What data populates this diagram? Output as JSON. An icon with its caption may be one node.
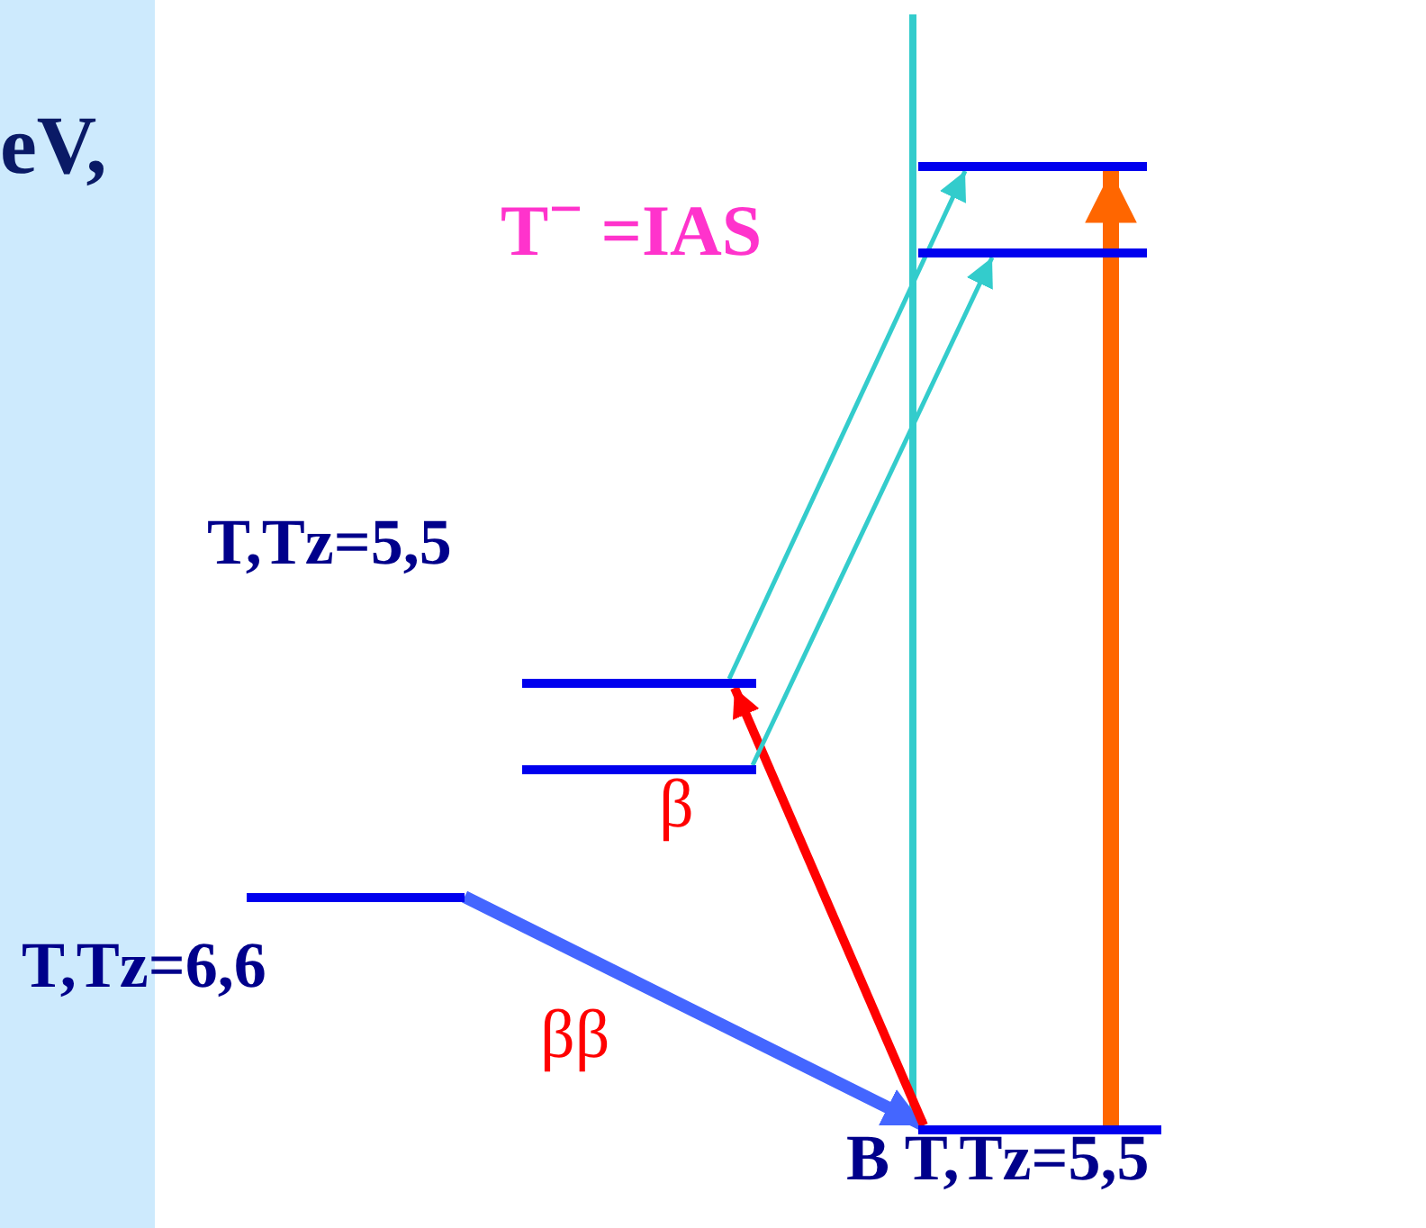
{
  "diagram": {
    "nodes": [
      {
        "text": [],
        "shape": "bar"
      },
      {
        "text": [],
        "shape": "bar"
      },
      {
        "text": [],
        "shape": "bar"
      },
      {
        "text": [],
        "shape": "bar"
      },
      {
        "text": [],
        "shape": "bar"
      },
      {
        "text": [],
        "shape": "bar"
      }
    ],
    "edges": [
      {
        "from": 4,
        "to": 5,
        "arrow": "to",
        "label": "ββ",
        "color": "#4466ff"
      },
      {
        "from": 5,
        "to": 2,
        "arrow": "to",
        "label": "β",
        "color": "#ff0000"
      },
      {
        "from": 2,
        "to": 0,
        "arrow": "to",
        "color": "#33cccc"
      },
      {
        "from": 3,
        "to": 1,
        "arrow": "to",
        "color": "#33cccc"
      },
      {
        "from": 5,
        "to": 0,
        "arrow": "to",
        "style": "thick",
        "color": "#ff6600"
      }
    ],
    "labels": [
      "eV,",
      "T$^{−}$ =IAS",
      "T,Tz=5,5",
      "T,Tz=6,6",
      "B T,Tz=5,5"
    ]
  }
}
